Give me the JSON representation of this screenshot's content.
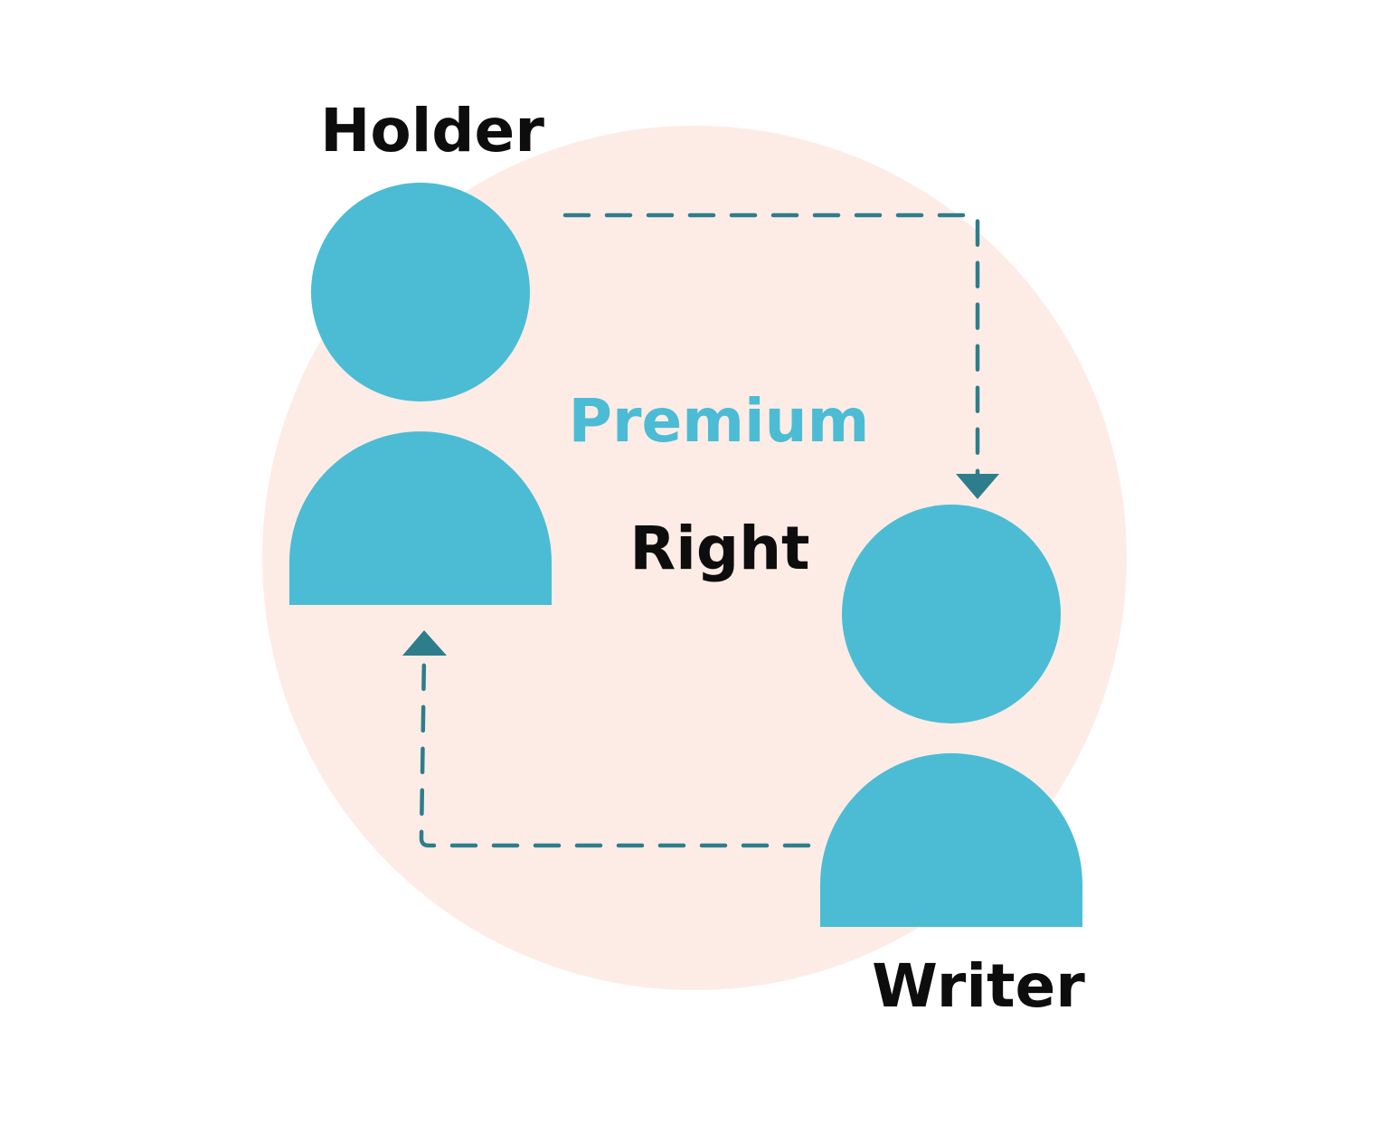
{
  "colors": {
    "background_circle": "#FDECE6",
    "person": "#4BBCD4",
    "arrow": "#2E7D8C",
    "text_dark": "#0D0D0D",
    "text_accent": "#4BBCD4"
  },
  "labels": {
    "holder": "Holder",
    "writer": "Writer",
    "premium": "Premium",
    "right": "Right"
  },
  "nodes": [
    {
      "id": "holder",
      "icon": "person-icon"
    },
    {
      "id": "writer",
      "icon": "person-icon"
    }
  ],
  "edges": [
    {
      "from": "holder",
      "to": "writer",
      "style": "dashed",
      "arrow": "arrow-down-icon"
    },
    {
      "from": "writer",
      "to": "holder",
      "style": "dashed",
      "arrow": "arrow-up-icon"
    }
  ]
}
